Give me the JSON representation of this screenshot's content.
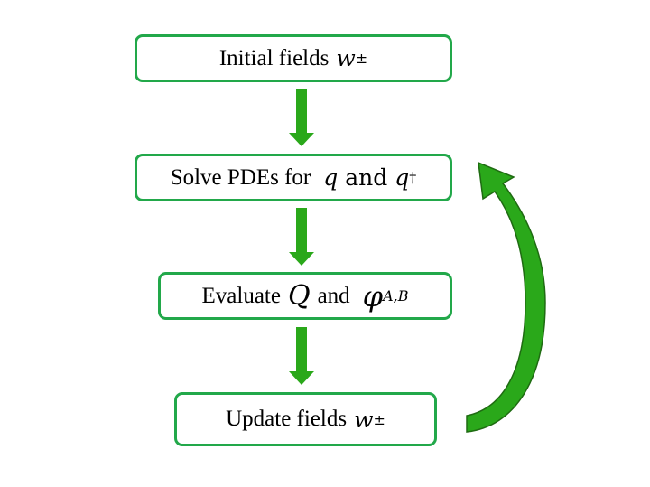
{
  "steps": [
    {
      "id": "initial",
      "text": "Initial fields",
      "symbol": "w",
      "symbol_sub": "±"
    },
    {
      "id": "solve",
      "text": "Solve PDEs for",
      "var1": "q",
      "conj": "and",
      "var2": "q",
      "var2_sup": "†"
    },
    {
      "id": "evaluate",
      "text": "Evaluate",
      "symbol_q": "Q",
      "conj": "and",
      "symbol_phi": "φ",
      "phi_sub": "A,B"
    },
    {
      "id": "update",
      "text": "Update fields",
      "symbol": "w",
      "symbol_sub": "±"
    }
  ],
  "colors": {
    "box_border": "#22a84a",
    "arrow": "#2aa81a",
    "arrow_dark": "#1f6b12"
  }
}
